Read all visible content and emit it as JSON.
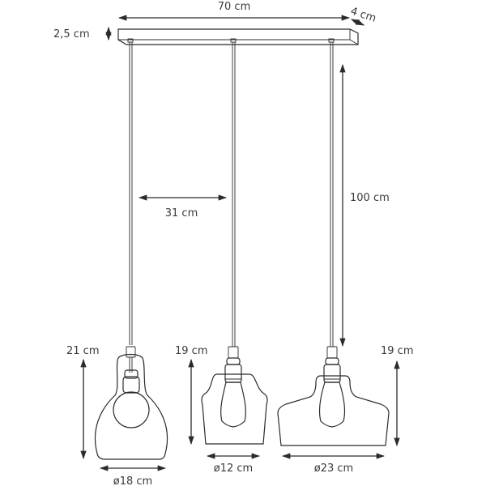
{
  "diagram": {
    "subject": "Three-pendant ceiling lamp on rectangular canopy",
    "canopy": {
      "width_label": "70 cm",
      "depth_label": "4 cm",
      "height_label": "2,5 cm"
    },
    "spacing_label": "31 cm",
    "cable_length_label": "100 cm",
    "pendants": [
      {
        "shape": "bell-round",
        "height_label": "21 cm",
        "diameter_label": "ø18 cm",
        "bulb": "globe"
      },
      {
        "shape": "fluted-narrow",
        "height_label": "19 cm",
        "diameter_label": "ø12 cm",
        "bulb": "edison"
      },
      {
        "shape": "wide-shoulder",
        "height_label": "19 cm",
        "diameter_label": "ø23 cm",
        "bulb": "edison"
      }
    ],
    "colors": {
      "line": "#2b2b2b",
      "text": "#3a3a3a",
      "background": "#ffffff"
    }
  }
}
